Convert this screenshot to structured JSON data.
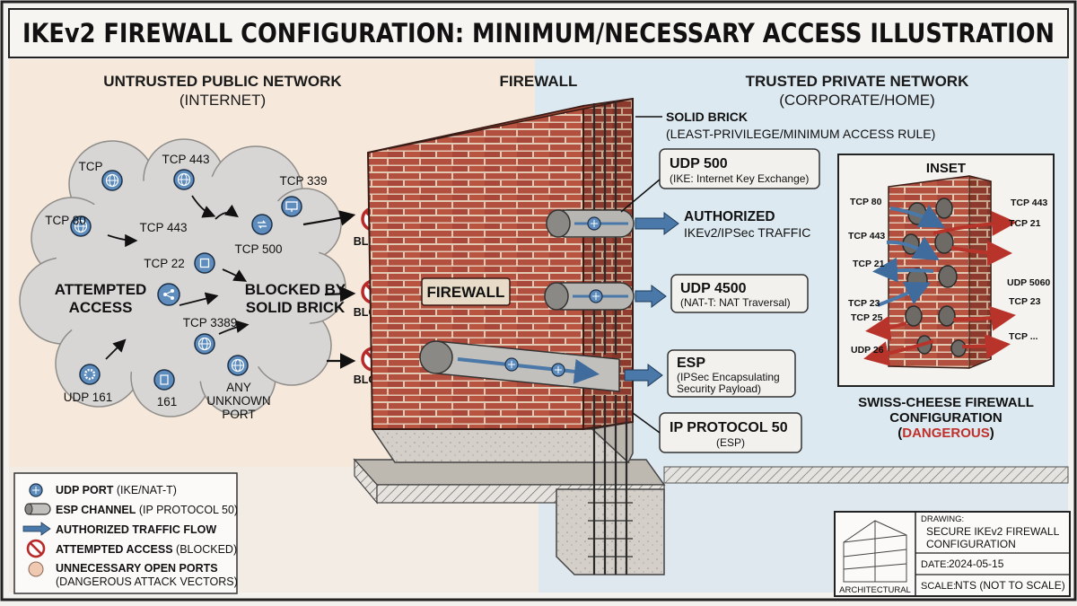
{
  "title": "IKEv2 FIREWALL CONFIGURATION: MINIMUM/NECESSARY ACCESS ILLUSTRATION",
  "colors": {
    "public_zone": "#f6e9dc",
    "private_zone": "#dde9f1",
    "brick": "#b24f3e",
    "mortar": "#e2c9b4",
    "flow_arrow": "#4a78a8",
    "block_red": "#b82a2a",
    "dangerous_red": "#c0302a",
    "concrete": "#cfcbc4"
  },
  "zones": {
    "public": {
      "title": "UNTRUSTED PUBLIC NETWORK",
      "subtitle": "(INTERNET)"
    },
    "firewall": {
      "title": "FIREWALL"
    },
    "private": {
      "title": "TRUSTED PRIVATE NETWORK",
      "subtitle": "(CORPORATE/HOME)"
    }
  },
  "cloud": {
    "labels": [
      "TCP",
      "TCP 443",
      "TCP 339",
      "TCP 80",
      "TCP 443",
      "TCP 500",
      "TCP 22",
      "TCP 3389",
      "UDP 161",
      "161"
    ],
    "attempted": [
      "ATTEMPTED",
      "ACCESS"
    ],
    "blocked_by": [
      "BLOCKED BY",
      "SOLID BRICK"
    ],
    "any_port": [
      "ANY",
      "UNKNOWN",
      "PORT"
    ]
  },
  "block_labels": [
    "BLOCK",
    "BLOCK",
    "BLOCK"
  ],
  "wall": {
    "label": "FIREWALL",
    "solid_brick": "SOLID BRICK",
    "solid_brick_note": "(LEAST-PRIVILEGE/MINIMUM ACCESS RULE)"
  },
  "rules": {
    "udp500": {
      "title": "UDP 500",
      "desc": "(IKE: Internet Key Exchange)"
    },
    "authorized": {
      "title": "AUTHORIZED",
      "desc": "IKEv2/IPSec TRAFFIC"
    },
    "udp4500": {
      "title": "UDP 4500",
      "desc": "(NAT-T: NAT Traversal)"
    },
    "esp": {
      "title": "ESP",
      "desc_lines": [
        "(IPSec Encapsulating",
        "Security Payload)"
      ]
    },
    "ipproto50": {
      "title": "IP PROTOCOL 50",
      "desc": "(ESP)"
    }
  },
  "inset": {
    "title": "INSET",
    "left_labels": [
      "TCP 80",
      "TCP 443",
      "TCP 21",
      "TCP 23",
      "TCP 25",
      "UDP 26"
    ],
    "right_labels": [
      "TCP 443",
      "TCP 21",
      "UDP 5060",
      "TCP 23",
      "TCP ..."
    ],
    "caption_lines": [
      "SWISS-CHEESE FIREWALL",
      "CONFIGURATION"
    ],
    "dangerous": "DANGEROUS"
  },
  "legend": {
    "items": [
      {
        "icon": "udp-port-icon",
        "bold": "UDP PORT",
        "rest": " (IKE/NAT-T)"
      },
      {
        "icon": "esp-channel-icon",
        "bold": "ESP CHANNEL",
        "rest": " (IP PROTOCOL 50)"
      },
      {
        "icon": "flow-arrow-icon",
        "bold": "AUTHORIZED TRAFFIC FLOW",
        "rest": ""
      },
      {
        "icon": "blocked-icon",
        "bold": "ATTEMPTED ACCESS",
        "rest": " (BLOCKED)"
      },
      {
        "icon": "open-port-icon",
        "bold": "UNNECESSARY OPEN PORTS",
        "rest": "",
        "note": "(DANGEROUS ATTACK VECTORS)"
      }
    ]
  },
  "title_block": {
    "logo_text": "ARCHITECTURAL",
    "drawing_label": "DRAWING:",
    "drawing_lines": [
      "SECURE IKEv2 FIREWALL",
      "CONFIGURATION"
    ],
    "date_label": "DATE:",
    "date": "2024-05-15",
    "scale_label": "SCALE:",
    "scale": "NTS (NOT TO SCALE)"
  }
}
